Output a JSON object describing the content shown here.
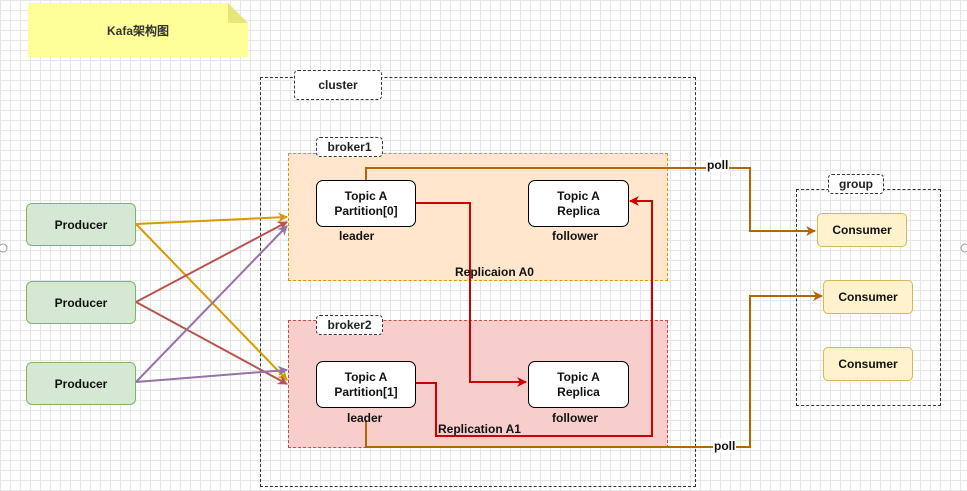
{
  "title": "Kafa架构图",
  "cluster_label": "cluster",
  "broker1": {
    "label": "broker1",
    "leader": {
      "line1": "Topic A",
      "line2": "Partition[0]",
      "role": "leader"
    },
    "follower": {
      "line1": "Topic A",
      "line2": "Replica",
      "role": "follower"
    },
    "replication_label": "Replicaion A0"
  },
  "broker2": {
    "label": "broker2",
    "leader": {
      "line1": "Topic A",
      "line2": "Partition[1]",
      "role": "leader"
    },
    "follower": {
      "line1": "Topic A",
      "line2": "Replica",
      "role": "follower"
    },
    "replication_label": "Replication A1"
  },
  "producers": [
    "Producer",
    "Producer",
    "Producer"
  ],
  "group": {
    "label": "group",
    "consumers": [
      "Consumer",
      "Consumer",
      "Consumer"
    ]
  },
  "poll_labels": [
    "poll",
    "poll"
  ],
  "colors": {
    "note": "#ffff99",
    "broker1_fill": "#ffe6cc",
    "broker2_fill": "#f8cecc",
    "producer_fill": "#d5e8d4",
    "consumer_fill": "#fff2cc",
    "arrow_orange": "#d79b00",
    "arrow_red": "#b85450",
    "arrow_purple": "#9673a6",
    "replication_red": "#cc0000",
    "poll_brown": "#b46504"
  }
}
